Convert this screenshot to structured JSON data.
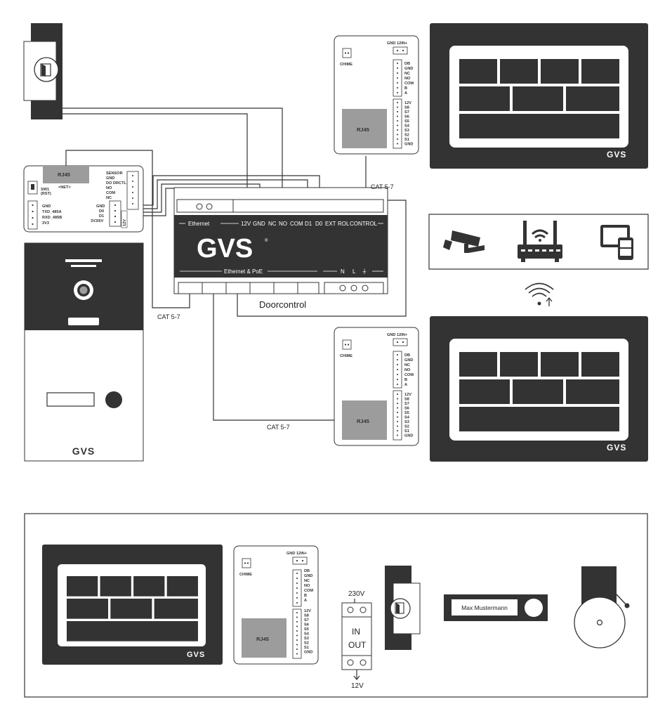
{
  "brand": "GVS",
  "colors": {
    "dark": "#333333",
    "gray": "#9c9c9c",
    "white": "#ffffff"
  },
  "controller": {
    "top_terminals": [
      "12V",
      "GND",
      "NC",
      "NO",
      "COM",
      "D1",
      "D0",
      "EXT",
      "ROL",
      "CONTROL"
    ],
    "ethernet_label": "Ethernet",
    "ethernet_poe_label": "Ethernet & PoE",
    "power_labels": [
      "N",
      "L",
      "⏚"
    ],
    "doorcontrol_label": "Doorcontrol"
  },
  "module": {
    "rj45": "RJ45",
    "net": "<NET>",
    "sw1": "SW1",
    "rst": "(RST)",
    "left_pins": [
      "GND",
      "TXD_485A",
      "RXD_485B",
      "3V3"
    ],
    "right_top_pins": [
      "SENSOR",
      "GND",
      "DO DRCTL",
      "NO",
      "COM",
      "NC"
    ],
    "right_bottom_pins": [
      "GND",
      "D0",
      "D1",
      "3V3/5V"
    ],
    "v12": "12V"
  },
  "indoor_terminal": {
    "chime": "CHIME",
    "gnd12": "GND 12IN+",
    "group1": [
      "DB",
      "GND",
      "NC",
      "NO",
      "COM",
      "B",
      "A"
    ],
    "group2": [
      "12V",
      "S8",
      "S7",
      "S6",
      "S5",
      "S4",
      "S3",
      "S2",
      "S1",
      "GND"
    ],
    "rj45": "RJ45"
  },
  "cables": {
    "cat": "CAT 5-7"
  },
  "lower_panel": {
    "v230": "230V",
    "in": "IN",
    "out": "OUT",
    "v12": "12V",
    "nameplate": "Max Mustermann"
  },
  "icons": [
    "camera-icon",
    "router-icon",
    "tablet-phone-icon",
    "wifi-icon",
    "door-icon"
  ]
}
